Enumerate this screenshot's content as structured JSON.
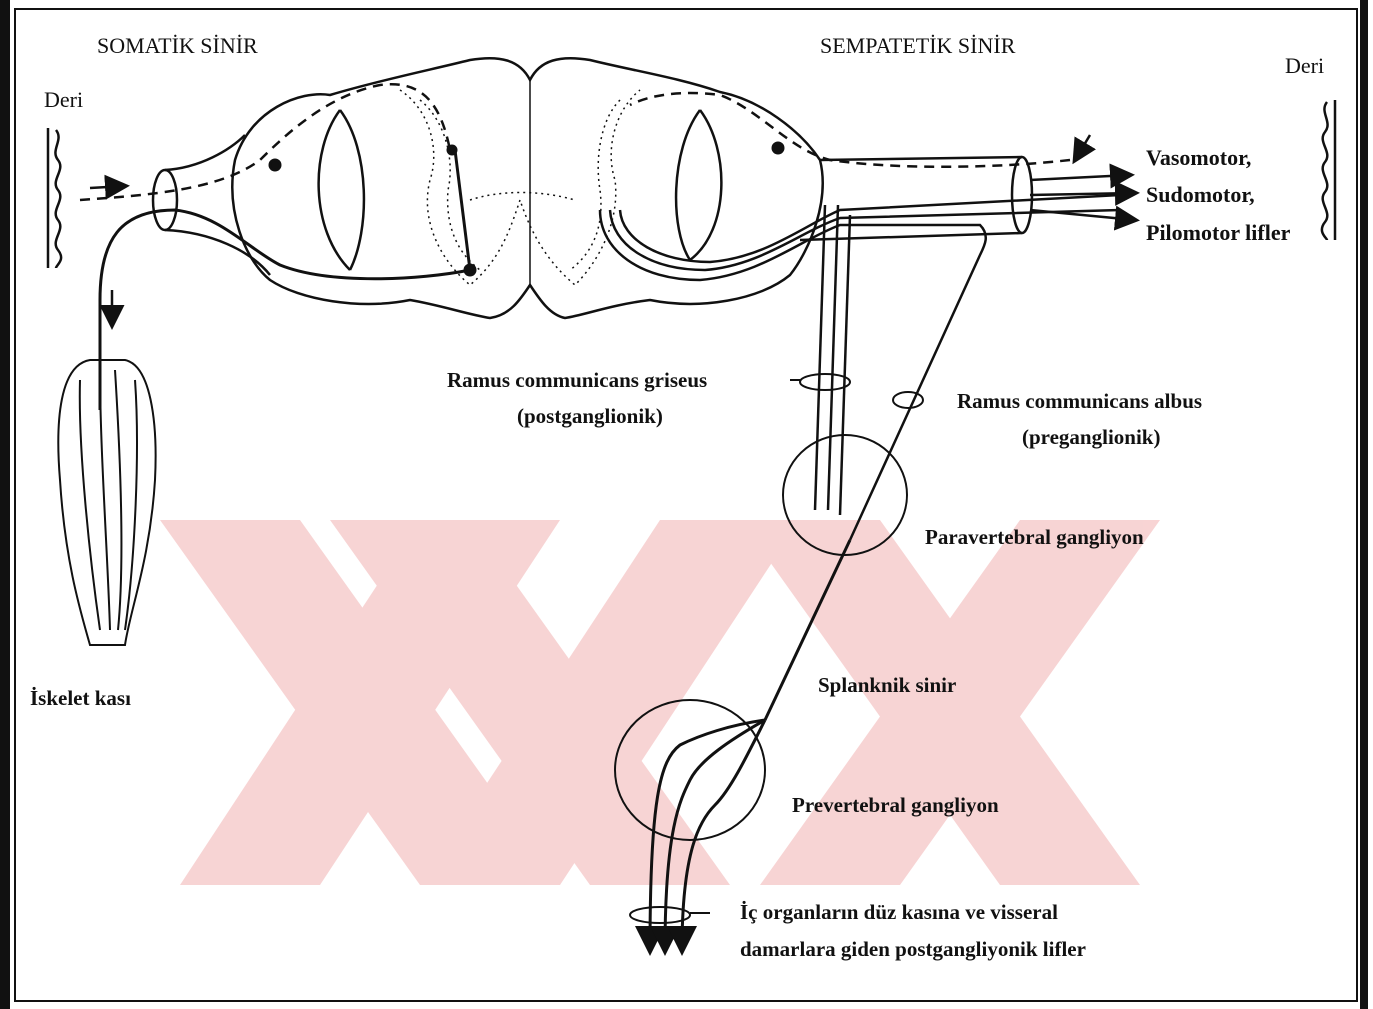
{
  "labels": {
    "somatik": "SOMATİK SİNİR",
    "sempatetik": "SEMPATETİK SİNİR",
    "deri_left": "Deri",
    "deri_right": "Deri",
    "vasomotor": "Vasomotor,",
    "sudomotor": "Sudomotor,",
    "pilomotor": "Pilomotor lifler",
    "griseus_1": "Ramus communicans griseus",
    "griseus_2": "(postganglionik)",
    "albus_1": "Ramus communicans albus",
    "albus_2": "(preganglionik)",
    "paravertebral": "Paravertebral gangliyon",
    "iskelet": "İskelet kası",
    "splanknik": "Splanknik sinir",
    "prevertebral": "Prevertebral gangliyon",
    "ic_organ_1": "İç organların düz kasına ve visseral",
    "ic_organ_2": "damarlara giden postgangliyonik lifler"
  },
  "colors": {
    "ink": "#111111",
    "watermark": "#f5c6c6"
  }
}
